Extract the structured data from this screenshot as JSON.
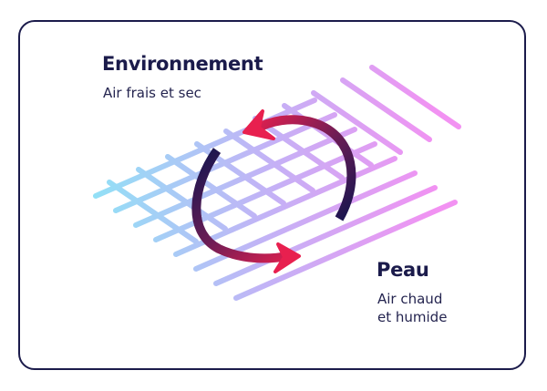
{
  "environment": {
    "title": "Environnement",
    "subtitle": "Air frais et sec"
  },
  "skin": {
    "title": "Peau",
    "subtitle_line1": "Air chaud",
    "subtitle_line2": "et humide"
  },
  "colors": {
    "border": "#1b1b4b",
    "fabric_start": "#7fdcf5",
    "fabric_mid": "#b8a6f5",
    "fabric_end": "#f07ff0",
    "arrow_dark": "#1e1650",
    "arrow_red": "#e8204f"
  }
}
